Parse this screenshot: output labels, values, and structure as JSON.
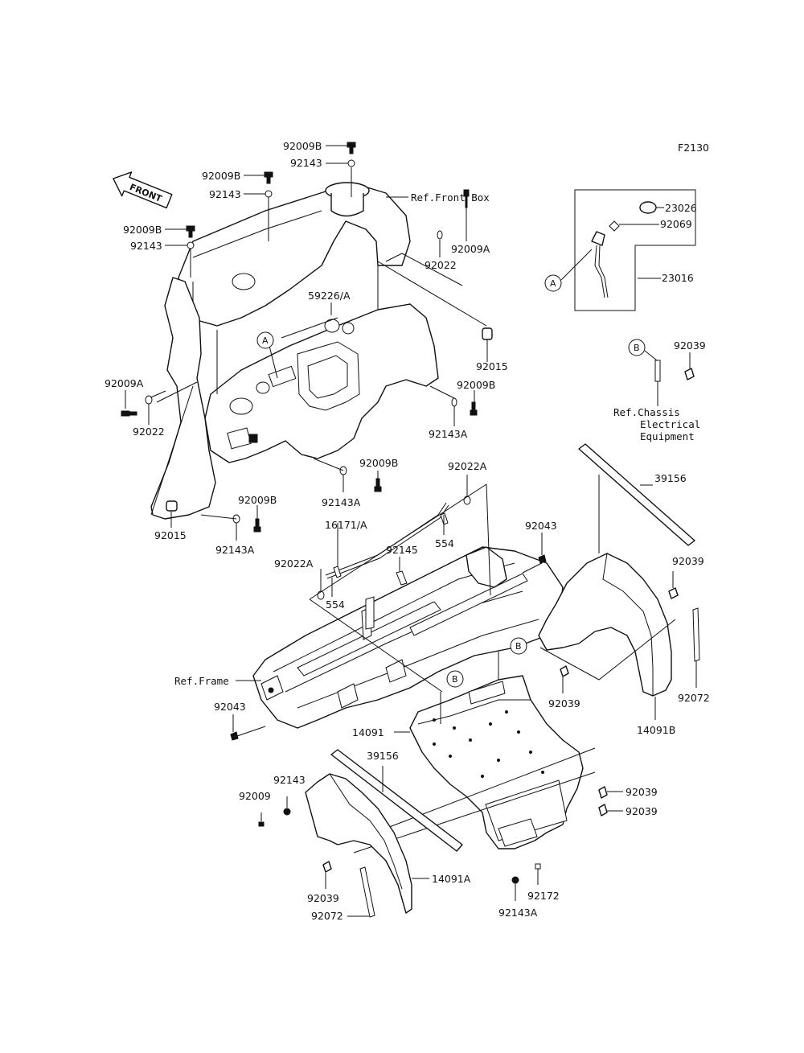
{
  "diagram_code": "F2130",
  "front_label": "FRONT",
  "callouts": {
    "92009B_top": "92009B",
    "92143_top": "92143",
    "92009B_a": "92009B",
    "92143_a": "92143",
    "92009B_b": "92009B",
    "92143_b": "92143",
    "ref_front_box": "Ref.Front Box",
    "92009A_r": "92009A",
    "92022_r": "92022",
    "59226": "59226/A",
    "circle_A_dash": "A",
    "92015_r": "92015",
    "92009B_r": "92009B",
    "92143A_r": "92143A",
    "92009A_l": "92009A",
    "92022_l": "92022",
    "92009B_m": "92009B",
    "92143A_m": "92143A",
    "92009B_ll": "92009B",
    "92015_l": "92015",
    "92143A_ll": "92143A",
    "23026": "23026",
    "92069": "92069",
    "23016": "23016",
    "circle_A_inset": "A",
    "circle_B_top": "B",
    "92039_tr": "92039",
    "ref_chassis_1": "Ref.Chassis",
    "ref_chassis_2": "Electrical",
    "ref_chassis_3": "Equipment",
    "39156_r": "39156",
    "92022A_r": "92022A",
    "16171": "16171/A",
    "554_r": "554",
    "92043_r": "92043",
    "92145": "92145",
    "92022A_l": "92022A",
    "554_l": "554",
    "92039_r2": "92039",
    "circle_B_mid": "B",
    "circle_B_low": "B",
    "ref_frame": "Ref.Frame",
    "92043_l": "92043",
    "92039_mid": "92039",
    "14091": "14091",
    "14091B": "14091B",
    "92072_r": "92072",
    "39156_l": "39156",
    "92143_bl": "92143",
    "92009_bl": "92009",
    "92039_br1": "92039",
    "92039_br2": "92039",
    "14091A": "14091A",
    "92039_bl": "92039",
    "92072_bl": "92072",
    "92172": "92172",
    "92143A_b": "92143A"
  }
}
